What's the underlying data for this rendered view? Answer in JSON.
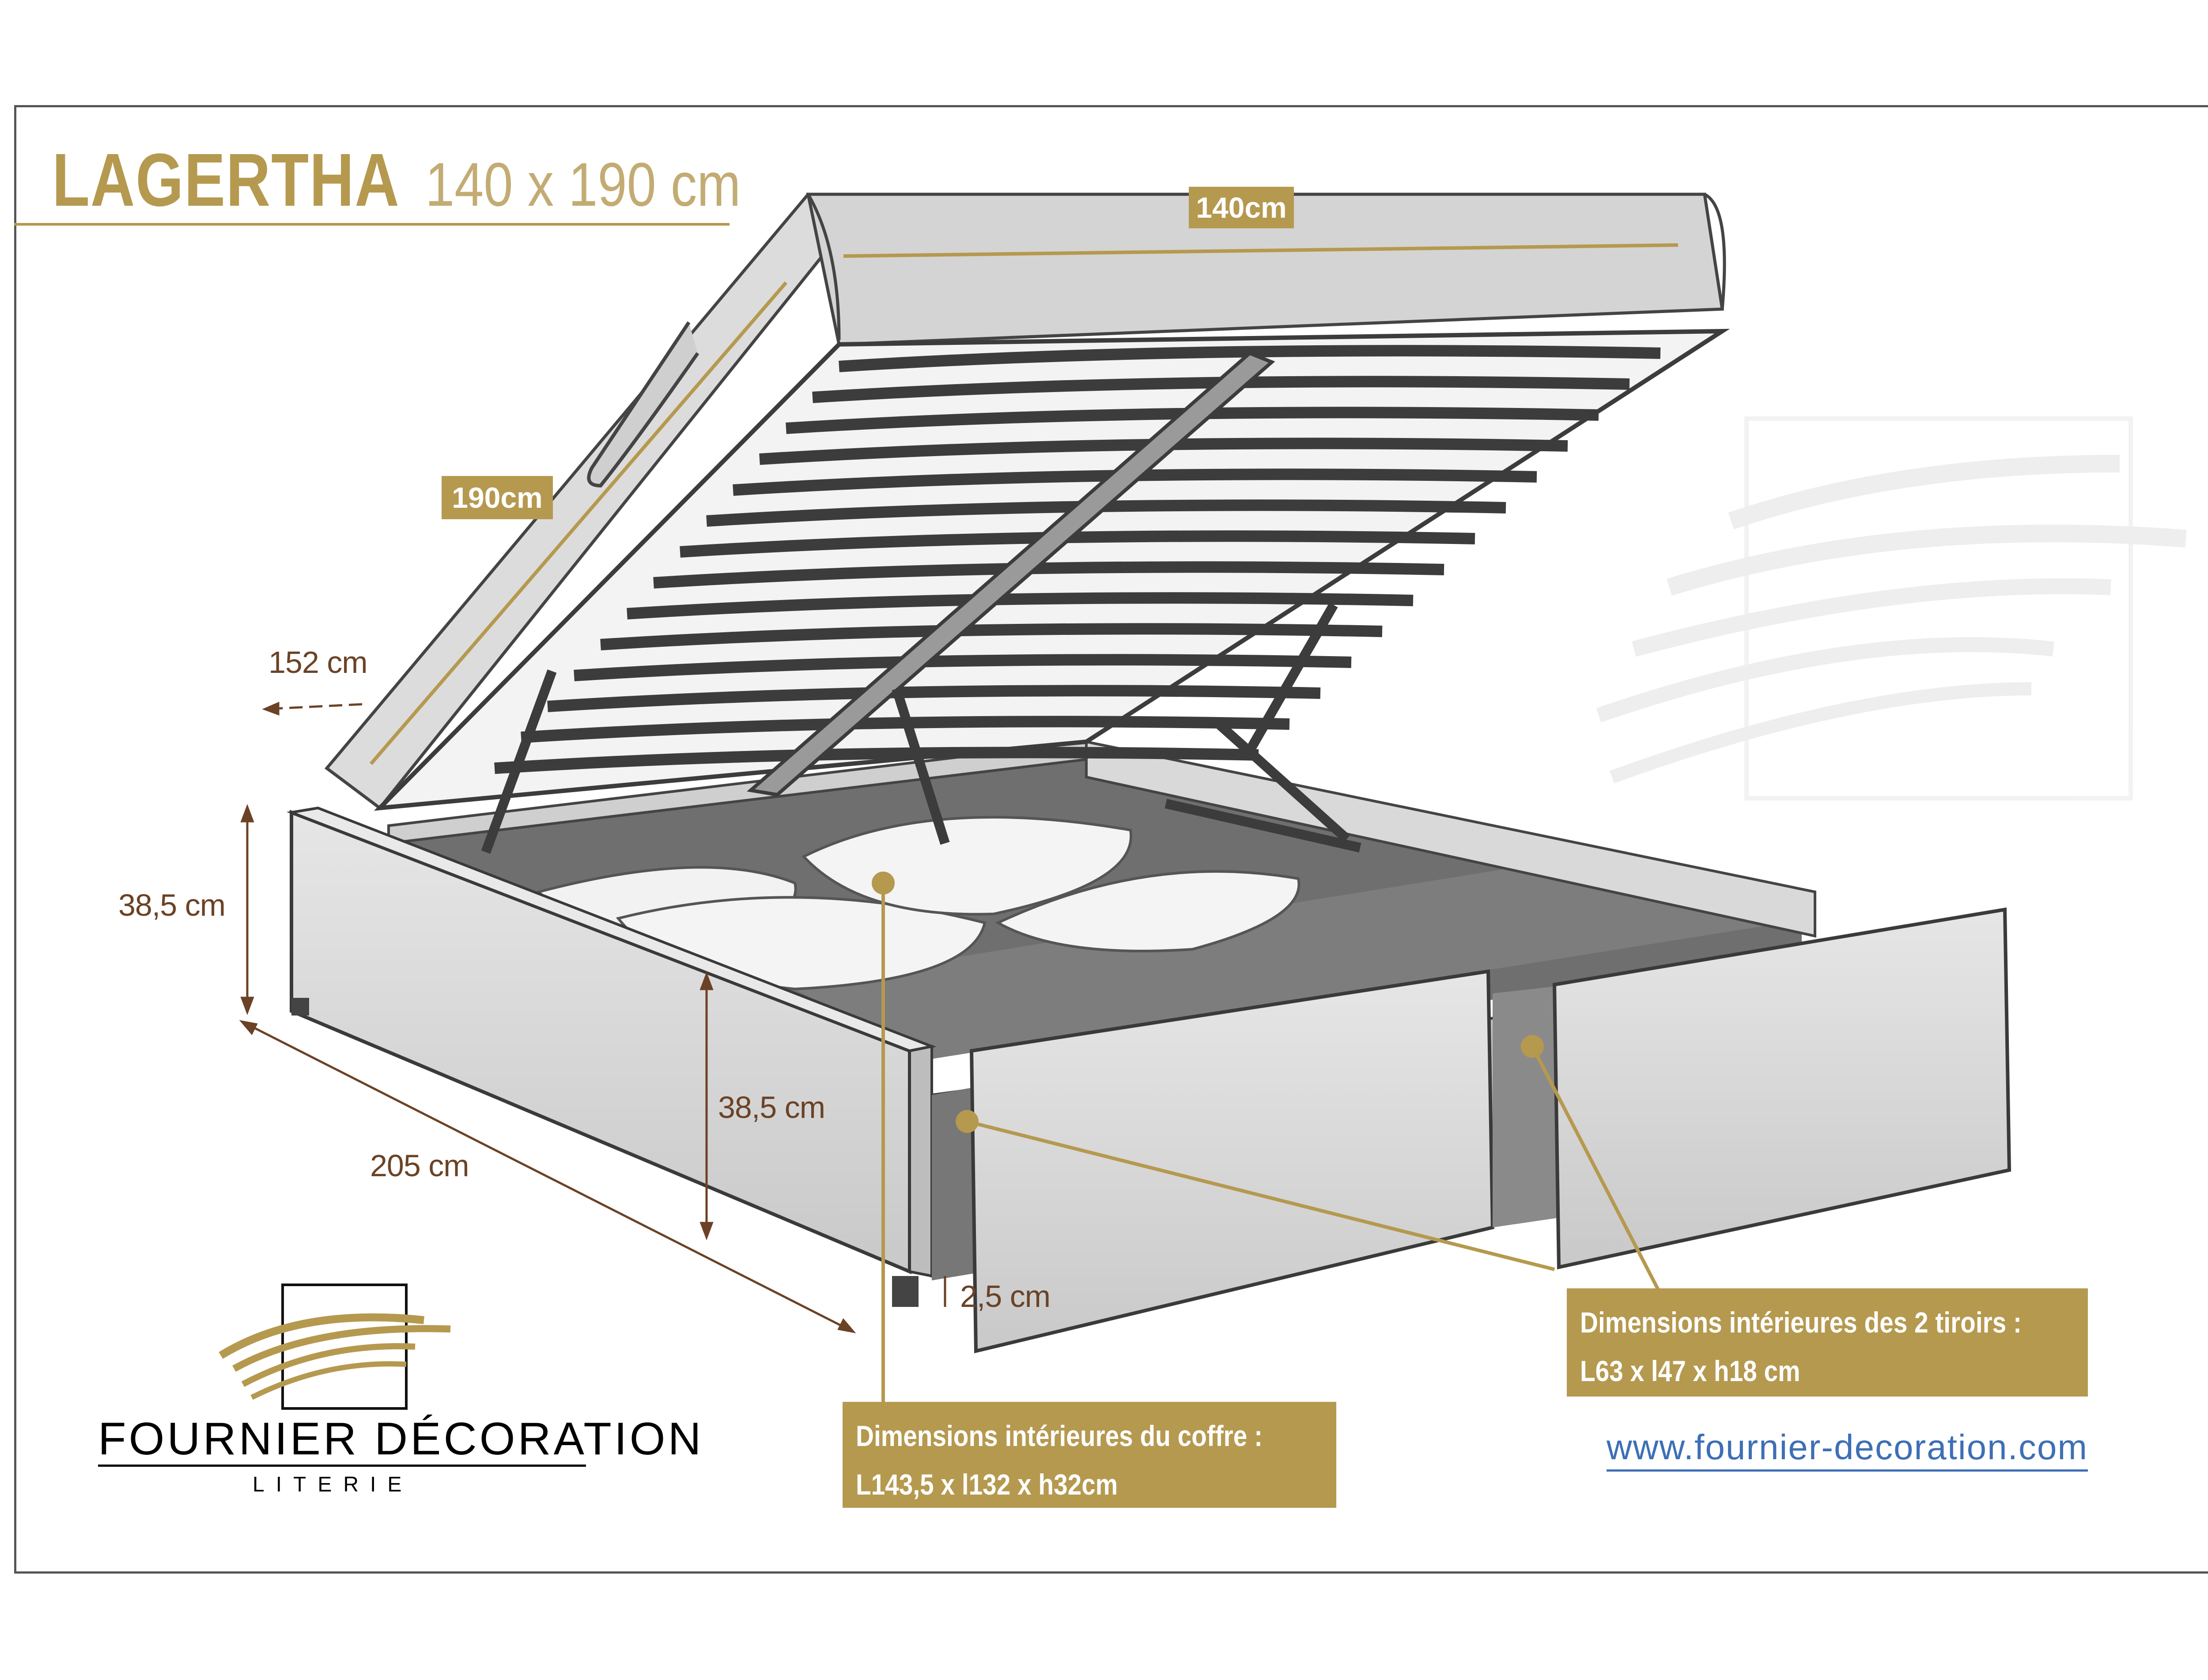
{
  "title": {
    "name": "LAGERTHA",
    "size": "140 x 190 cm"
  },
  "dimensions": {
    "width_top": "140cm",
    "length_top": "190cm",
    "open_height": "152 cm",
    "height_left": "38,5 cm",
    "height_front": "38,5 cm",
    "length_bottom": "205 cm",
    "feet": "2,5 cm"
  },
  "info": {
    "trunk_title": "Dimensions intérieures du coffre :",
    "trunk_value": "L143,5 x l132 x h32cm",
    "drawers_title": "Dimensions intérieures des 2 tiroirs :",
    "drawers_value": "L63 x l47 x h18 cm"
  },
  "brand": {
    "name": "FOURNIER DÉCORATION",
    "sub": "LITERIE",
    "logo": "gold-brush-strokes-logo"
  },
  "url": "www.fournier-decoration.com",
  "colors": {
    "gold": "#b5994f",
    "brown": "#6b4226",
    "link": "#3d6fb6",
    "body": "#d6d6d6",
    "dark": "#8a8a8a"
  }
}
